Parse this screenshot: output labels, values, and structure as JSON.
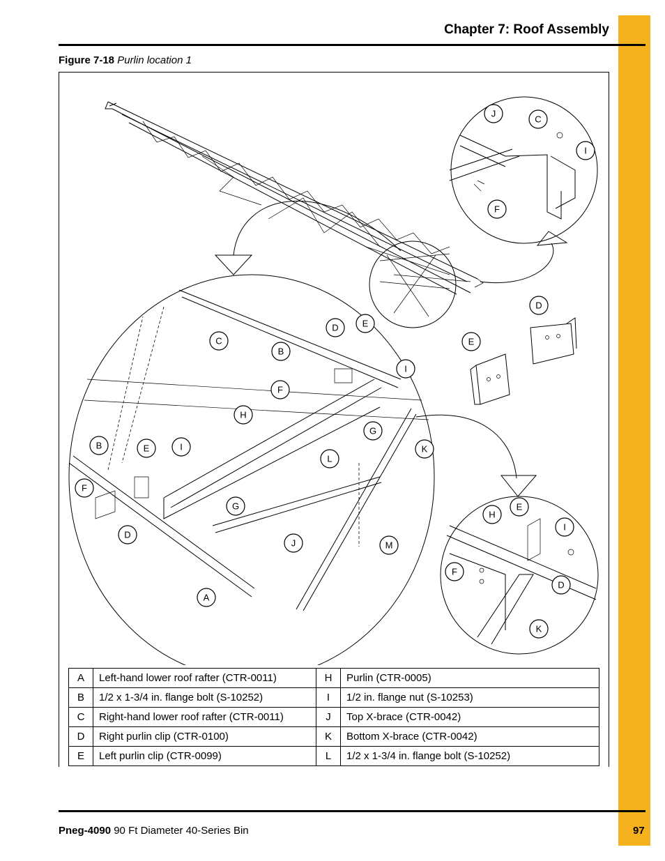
{
  "header": {
    "chapter_title": "Chapter 7: Roof Assembly"
  },
  "figure": {
    "number": "Figure 7-18",
    "caption": "Purlin location 1",
    "callouts": {
      "top_detail": [
        "J",
        "C",
        "I",
        "F"
      ],
      "main_detail": [
        "C",
        "D",
        "E",
        "B",
        "I",
        "F",
        "H",
        "G",
        "K",
        "L",
        "B",
        "E",
        "I",
        "F",
        "G",
        "J",
        "M",
        "D",
        "A"
      ],
      "loose_parts": [
        "D",
        "E"
      ],
      "bottom_detail": [
        "H",
        "E",
        "I",
        "F",
        "D",
        "K"
      ]
    }
  },
  "parts_table": [
    {
      "l1": "A",
      "d1": "Left-hand lower roof rafter (CTR-0011)",
      "l2": "H",
      "d2": "Purlin (CTR-0005)"
    },
    {
      "l1": "B",
      "d1": "1/2 x 1-3/4 in. flange bolt (S-10252)",
      "l2": "I",
      "d2": "1/2 in. flange nut (S-10253)"
    },
    {
      "l1": "C",
      "d1": "Right-hand lower roof rafter (CTR-0011)",
      "l2": "J",
      "d2": "Top X-brace (CTR-0042)"
    },
    {
      "l1": "D",
      "d1": "Right purlin clip (CTR-0100)",
      "l2": "K",
      "d2": "Bottom X-brace (CTR-0042)"
    },
    {
      "l1": "E",
      "d1": "Left purlin clip (CTR-0099)",
      "l2": "L",
      "d2": "1/2 x 1-3/4 in. flange bolt (S-10252)"
    }
  ],
  "footer": {
    "doc_id": "Pneg-4090",
    "doc_title": "90 Ft Diameter 40-Series Bin",
    "page_number": "97"
  },
  "colors": {
    "side_tab": "#f6b21e",
    "rule": "#000000"
  }
}
